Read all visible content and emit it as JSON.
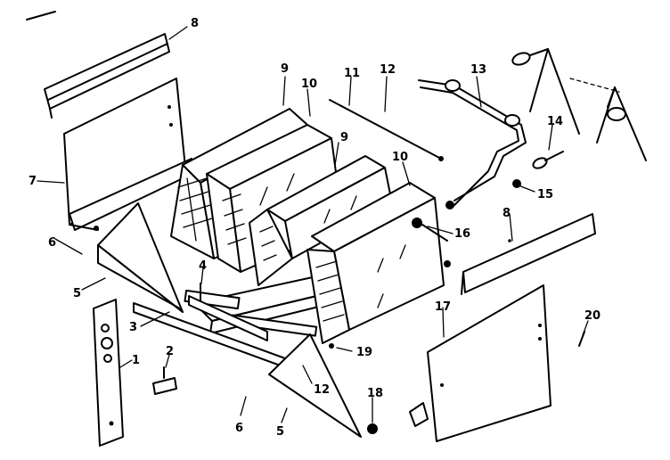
{
  "diagram": {
    "callouts": [
      {
        "key": "c8a",
        "label": "8"
      },
      {
        "key": "c7",
        "label": "7"
      },
      {
        "key": "c6a",
        "label": "6"
      },
      {
        "key": "c5a",
        "label": "5"
      },
      {
        "key": "c9a",
        "label": "9"
      },
      {
        "key": "c10a",
        "label": "10"
      },
      {
        "key": "c11",
        "label": "11"
      },
      {
        "key": "c12a",
        "label": "12"
      },
      {
        "key": "c13",
        "label": "13"
      },
      {
        "key": "c14",
        "label": "14"
      },
      {
        "key": "c15",
        "label": "15"
      },
      {
        "key": "c9b",
        "label": "9"
      },
      {
        "key": "c10b",
        "label": "10"
      },
      {
        "key": "c16",
        "label": "16"
      },
      {
        "key": "c8b",
        "label": "8"
      },
      {
        "key": "c4",
        "label": "4"
      },
      {
        "key": "c3",
        "label": "3"
      },
      {
        "key": "c2",
        "label": "2"
      },
      {
        "key": "c1",
        "label": "1"
      },
      {
        "key": "c17",
        "label": "17"
      },
      {
        "key": "c20",
        "label": "20"
      },
      {
        "key": "c19",
        "label": "19"
      },
      {
        "key": "c12b",
        "label": "12"
      },
      {
        "key": "c18",
        "label": "18"
      },
      {
        "key": "c6b",
        "label": "6"
      },
      {
        "key": "c5b",
        "label": "5"
      }
    ]
  }
}
